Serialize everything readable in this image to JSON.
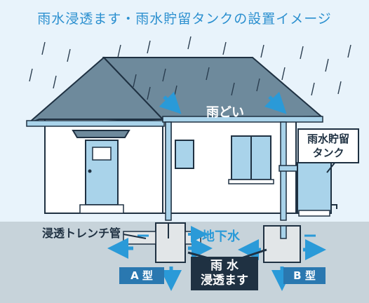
{
  "title": "雨水浸透ます・雨水貯留タンクの設置イメージ",
  "labels": {
    "gutter": "雨どい",
    "tank_line1": "雨水貯留",
    "tank_line2": "タンク",
    "trench_pipe": "浸透トレンチ管",
    "groundwater": "地下水",
    "type_a": "A 型",
    "type_b": "B 型",
    "infiltration_line1": "雨 水",
    "infiltration_line2": "浸透ます"
  },
  "colors": {
    "background": "#e8f3fb",
    "title": "#2a8fcf",
    "roof": "#6e8a9c",
    "wall": "#ffffff",
    "door": "#a9d3ea",
    "ground": "#c7d3da",
    "arrow": "#2a9ad8",
    "tag": "#2a78b0",
    "dark": "#1f3142"
  }
}
